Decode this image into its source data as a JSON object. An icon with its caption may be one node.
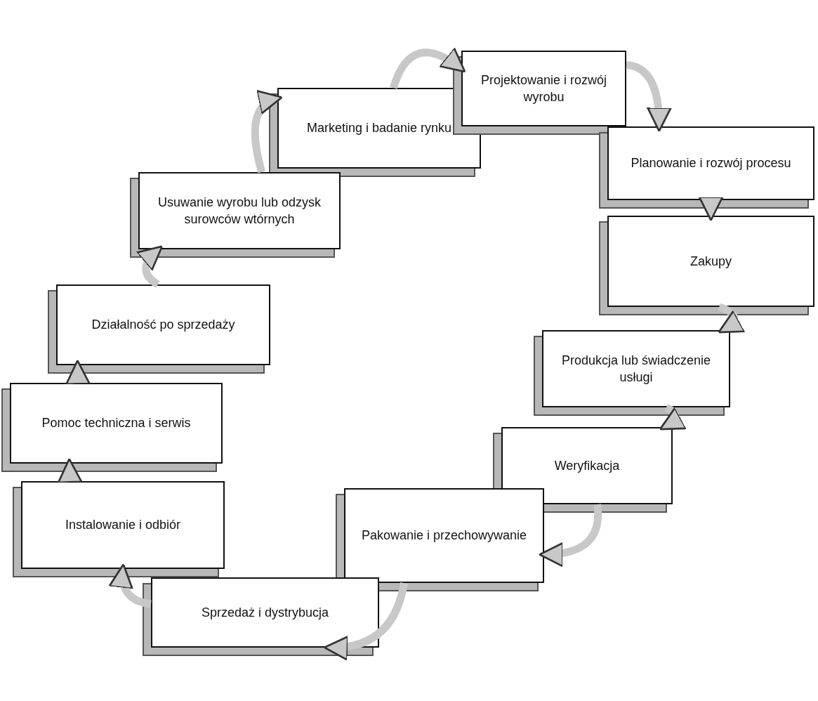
{
  "diagram": {
    "nodes": [
      {
        "text": [
          "Marketing i badanie rynku"
        ]
      },
      {
        "text": [
          "Projektowanie i rozwój wyrobu"
        ]
      },
      {
        "text": [
          "Planowanie i rozwój procesu"
        ]
      },
      {
        "text": [
          "Zakupy"
        ]
      },
      {
        "text": [
          "Produkcja lub świadczenie usługi"
        ]
      },
      {
        "text": [
          "Weryfikacja"
        ]
      },
      {
        "text": [
          "Pakowanie i przechowywanie"
        ]
      },
      {
        "text": [
          "Sprzedaż i dystrybucja"
        ]
      },
      {
        "text": [
          "Instalowanie i odbiór"
        ]
      },
      {
        "text": [
          "Pomoc techniczna i serwis"
        ]
      },
      {
        "text": [
          "Działalność po sprzedaży"
        ]
      },
      {
        "text": [
          "Usuwanie wyrobu lub odzysk surowców wtórnych"
        ]
      }
    ],
    "edges": [
      {
        "from": 0,
        "to": 1,
        "arrow": "to"
      },
      {
        "from": 1,
        "to": 2,
        "arrow": "to"
      },
      {
        "from": 2,
        "to": 3,
        "arrow": "to"
      },
      {
        "from": 3,
        "to": 4,
        "arrow": "to"
      },
      {
        "from": 4,
        "to": 5,
        "arrow": "to"
      },
      {
        "from": 5,
        "to": 6,
        "arrow": "to"
      },
      {
        "from": 6,
        "to": 7,
        "arrow": "to"
      },
      {
        "from": 7,
        "to": 8,
        "arrow": "to"
      },
      {
        "from": 8,
        "to": 9,
        "arrow": "to"
      },
      {
        "from": 9,
        "to": 10,
        "arrow": "to"
      },
      {
        "from": 10,
        "to": 11,
        "arrow": "to"
      },
      {
        "from": 11,
        "to": 0,
        "arrow": "to"
      }
    ]
  }
}
